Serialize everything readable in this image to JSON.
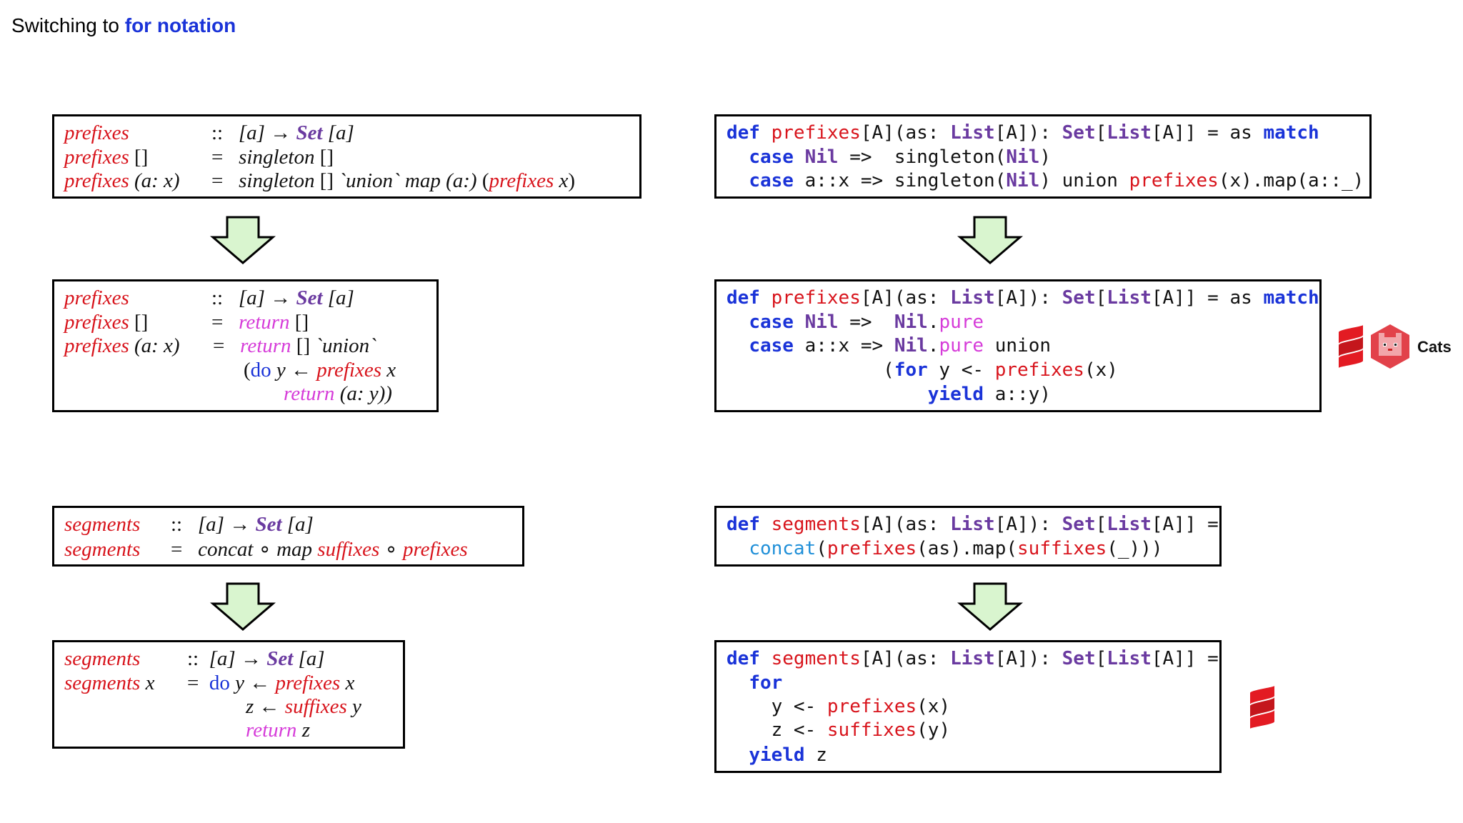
{
  "title": {
    "prefix": "Switching to ",
    "keyword": "for notation"
  },
  "haskell": {
    "prefixes_name": "prefixes",
    "segments_name": "segments",
    "suffixes_name": "suffixes",
    "type_sig": "[a] → ",
    "set": "Set",
    "type_arg": " [a]",
    "colons": "::",
    "eq": "=",
    "empty": "[]",
    "pattern": "(a: x)",
    "singleton": "singleton",
    "union_kw": "`union`",
    "map": "map",
    "cons_sec": "(a:)",
    "x": "x",
    "return": "return",
    "do": "do",
    "y": "y",
    "z": "z",
    "larrow": "←",
    "ay": "(a: y))",
    "open_paren": "(",
    "close_paren": ")",
    "concat": "concat",
    "compose": "∘"
  },
  "scala": {
    "def": "def",
    "case": "case",
    "match": "match",
    "for": "for",
    "yield": "yield",
    "prefixes": "prefixes",
    "segments": "segments",
    "suffixes": "suffixes",
    "List": "List",
    "Set": "Set",
    "Nil": "Nil",
    "pure": "pure",
    "concat": "concat",
    "sig_a": "[A](as: ",
    "sig_b": "[A]): ",
    "sig_c": "[",
    "sig_d": "[A]] = as ",
    "sig_d2": "[A]] =",
    "nil_arrow": " =>  ",
    "cons_arrow": "a::x => ",
    "singleton_nil_open": "singleton(",
    "close": ")",
    "union_kw": ") union ",
    "map_tail": "(x).map(a::_)",
    "dot": ".",
    "union_plain": " union",
    "for_open": "(for y <- ",
    "x_close": "(x)",
    "yield_tail": " a::y)",
    "concat_open": "(",
    "as_map": "(as).map(",
    "us_close": "(_)))",
    "y_arrow": "y <- ",
    "z_arrow": "z <- ",
    "y_close": "(y)",
    "z": " z"
  },
  "logos": {
    "cats_label": "Cats"
  },
  "colors": {
    "red": "#d8141c",
    "blue": "#1a33d8",
    "purple": "#6a3aa0",
    "pink": "#d63cd9",
    "cyan": "#1f8fd8",
    "arrow_fill": "#d9f5cf"
  }
}
